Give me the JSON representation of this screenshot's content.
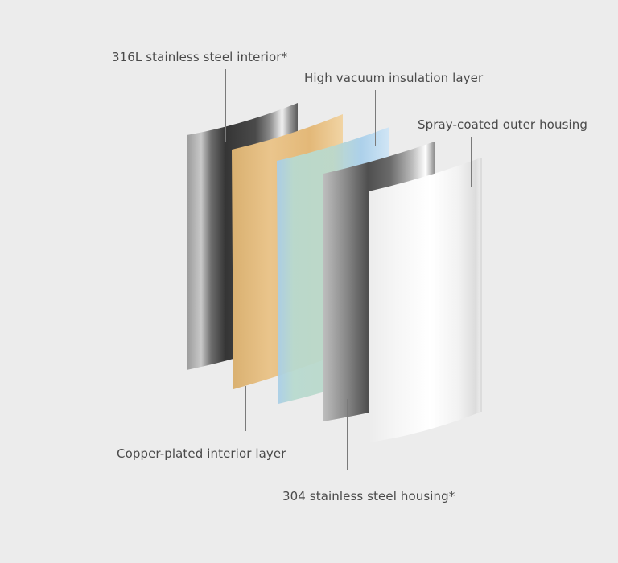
{
  "layers": [
    {
      "name": "316L stainless steel interior*",
      "material": "steel-dark"
    },
    {
      "name": "Copper-plated interior layer",
      "material": "copper"
    },
    {
      "name": "High vacuum insulation layer",
      "material": "vacuum-blue"
    },
    {
      "name": "304 stainless steel housing*",
      "material": "steel-mid"
    },
    {
      "name": "Spray-coated outer housing",
      "material": "white-coat"
    }
  ],
  "colors": {
    "background": "#ececec",
    "copper": "#e6c48a",
    "vacuum_blue": "#a9cfee",
    "vacuum_green": "#b7d7c9",
    "steel_dark": "#3c3c3c",
    "white_coat": "#f7f7f7",
    "label_text": "#4a4a4a"
  }
}
